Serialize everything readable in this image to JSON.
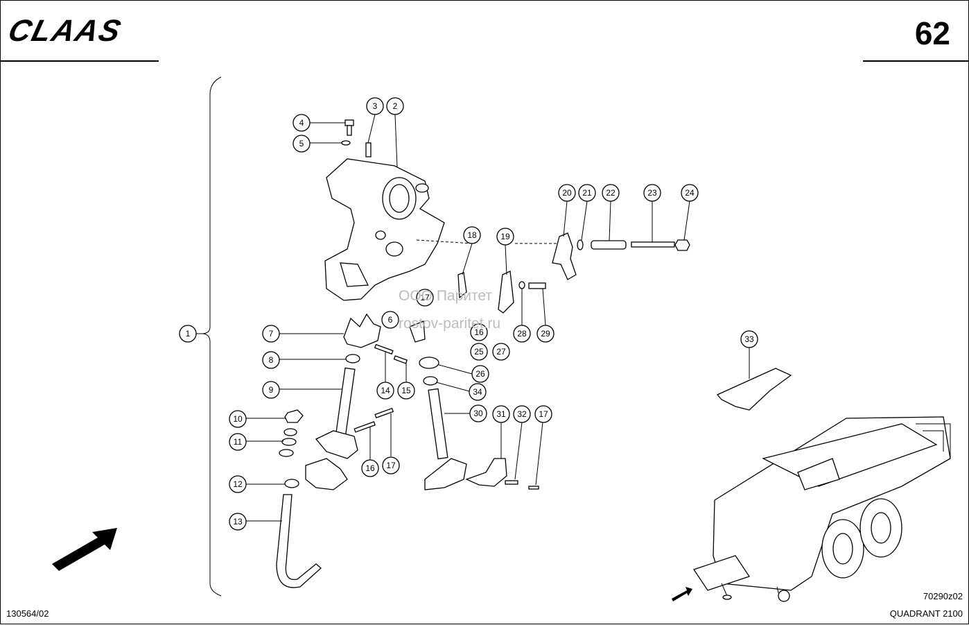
{
  "header": {
    "brand": "CLAAS",
    "page_number": "62"
  },
  "footer": {
    "doc_id": "130564/02",
    "figure_id": "70290z02",
    "model": "QUADRANT 2100"
  },
  "watermark": {
    "line1": "ООО Паритет",
    "line2": "rostov-paritet.ru"
  },
  "callouts": [
    "1",
    "2",
    "3",
    "4",
    "5",
    "6",
    "7",
    "8",
    "9",
    "10",
    "11",
    "12",
    "13",
    "14",
    "15",
    "16",
    "17",
    "18",
    "19",
    "20",
    "21",
    "22",
    "23",
    "24",
    "25",
    "26",
    "27",
    "28",
    "29",
    "30",
    "31",
    "32",
    "33",
    "34"
  ]
}
